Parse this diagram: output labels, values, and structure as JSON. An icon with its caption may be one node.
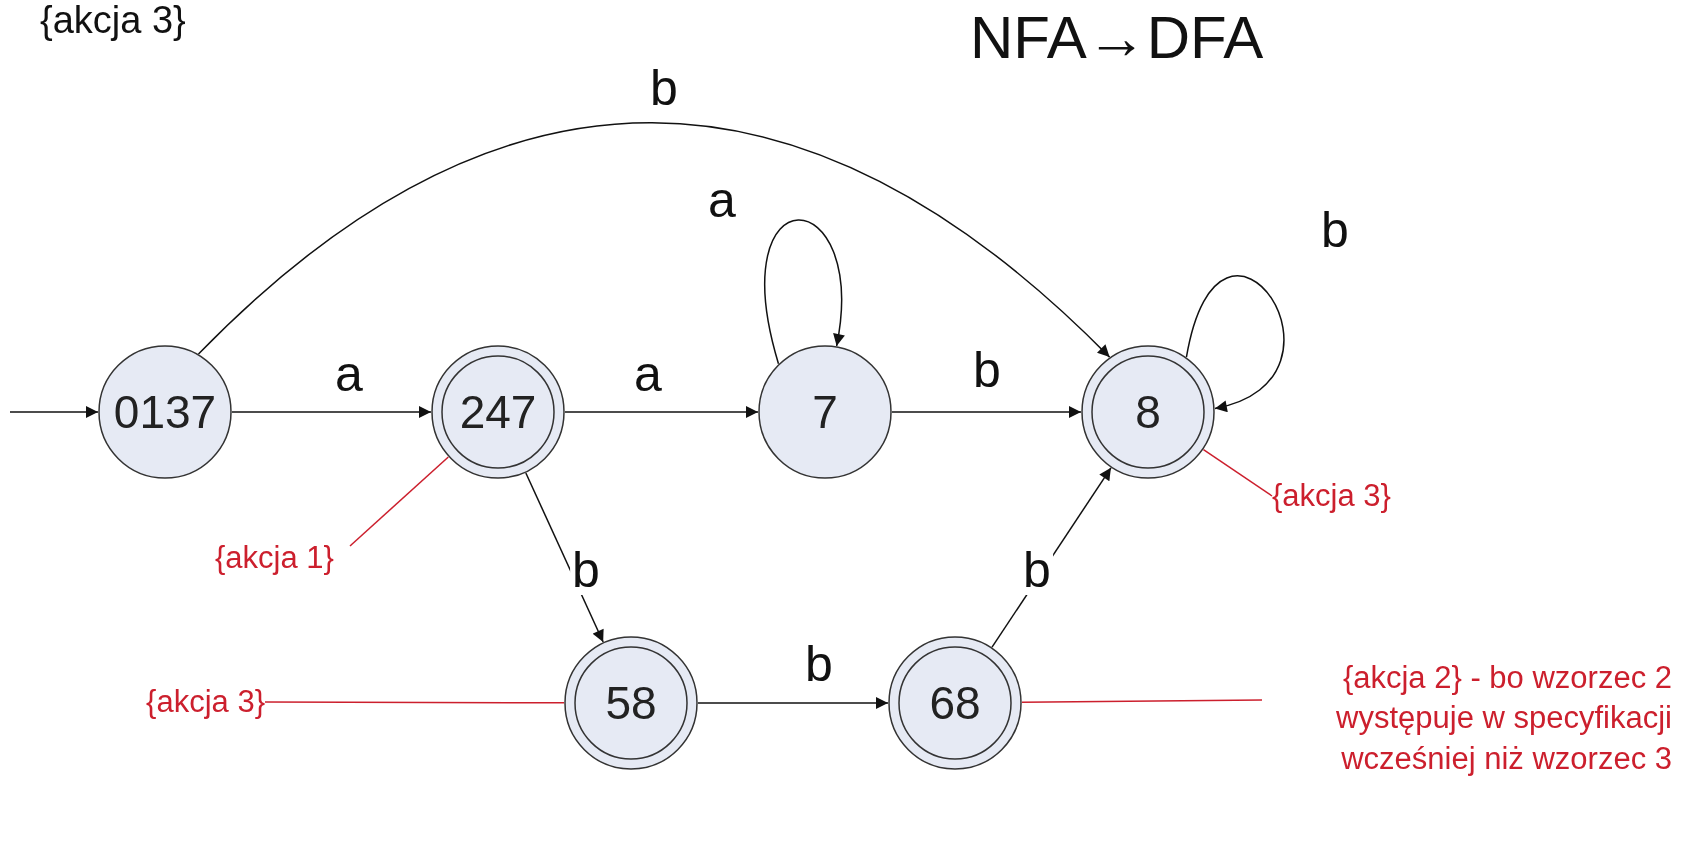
{
  "diagram": {
    "title": "NFA→DFA",
    "nodes": [
      {
        "text": [
          "0137"
        ]
      },
      {
        "text": [
          "247"
        ]
      },
      {
        "text": [
          "7"
        ]
      },
      {
        "text": [
          "8"
        ]
      },
      {
        "text": [
          "58"
        ]
      },
      {
        "text": [
          "68"
        ]
      },
      {
        "text": [
          "{akcja 1}"
        ]
      },
      {
        "text": [
          "{akcja 3}"
        ]
      },
      {
        "text": [
          "{akcja 3}"
        ]
      },
      {
        "text": [
          "{akcja 2} - bo wzorzec 2 występuje w specyfikacji wcześniej niż wzorzec 3"
        ]
      }
    ],
    "edges": [
      {
        "from": null,
        "to": 0,
        "arrow": "to"
      },
      {
        "from": 0,
        "to": 1,
        "arrow": "to",
        "label": "a"
      },
      {
        "from": 1,
        "to": 2,
        "arrow": "to",
        "label": "a"
      },
      {
        "from": 2,
        "to": 2,
        "arrow": "to",
        "label": "a"
      },
      {
        "from": 2,
        "to": 3,
        "arrow": "to",
        "label": "b"
      },
      {
        "from": 3,
        "to": 3,
        "arrow": "to",
        "label": "b"
      },
      {
        "from": 0,
        "to": 3,
        "arrow": "to",
        "label": "b"
      },
      {
        "from": 1,
        "to": 4,
        "arrow": "to",
        "label": "b"
      },
      {
        "from": 4,
        "to": 5,
        "arrow": "to",
        "label": "b"
      },
      {
        "from": 5,
        "to": 3,
        "arrow": "to",
        "label": "b"
      },
      {
        "from": 6,
        "to": 1,
        "arrow": "none",
        "color": "#cc1f2d"
      },
      {
        "from": 7,
        "to": 3,
        "arrow": "none",
        "color": "#cc1f2d"
      },
      {
        "from": 8,
        "to": 4,
        "arrow": "none",
        "color": "#cc1f2d"
      },
      {
        "from": 9,
        "to": 5,
        "arrow": "none",
        "color": "#cc1f2d"
      }
    ],
    "labels": [
      "{akcja 3}"
    ]
  }
}
